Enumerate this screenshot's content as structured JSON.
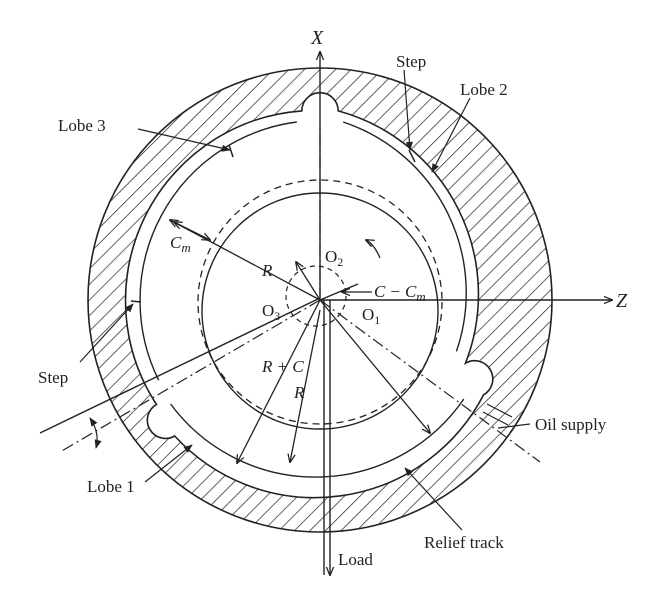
{
  "labels": {
    "axis_x": "X",
    "axis_z": "Z",
    "step_top": "Step",
    "step_left": "Step",
    "lobe1": "Lobe 1",
    "lobe2": "Lobe 2",
    "lobe3": "Lobe 3",
    "oil_supply": "Oil supply",
    "relief_track": "Relief track",
    "load": "Load",
    "cm_base": "C",
    "cm_sub": "m",
    "r_upper": "R",
    "r_lower": "R",
    "r_plus_c": "R + C",
    "c_minus_cm_c": "C",
    "c_minus_cm_minus": "−",
    "c_minus_cm_base": "C",
    "c_minus_cm_sub": "m",
    "o1_base": "O",
    "o1_sub": "1",
    "o2_base": "O",
    "o2_sub": "2",
    "o3_base": "O",
    "o3_sub": "3"
  },
  "colors": {
    "ink": "#222222",
    "paper": "#ffffff"
  }
}
